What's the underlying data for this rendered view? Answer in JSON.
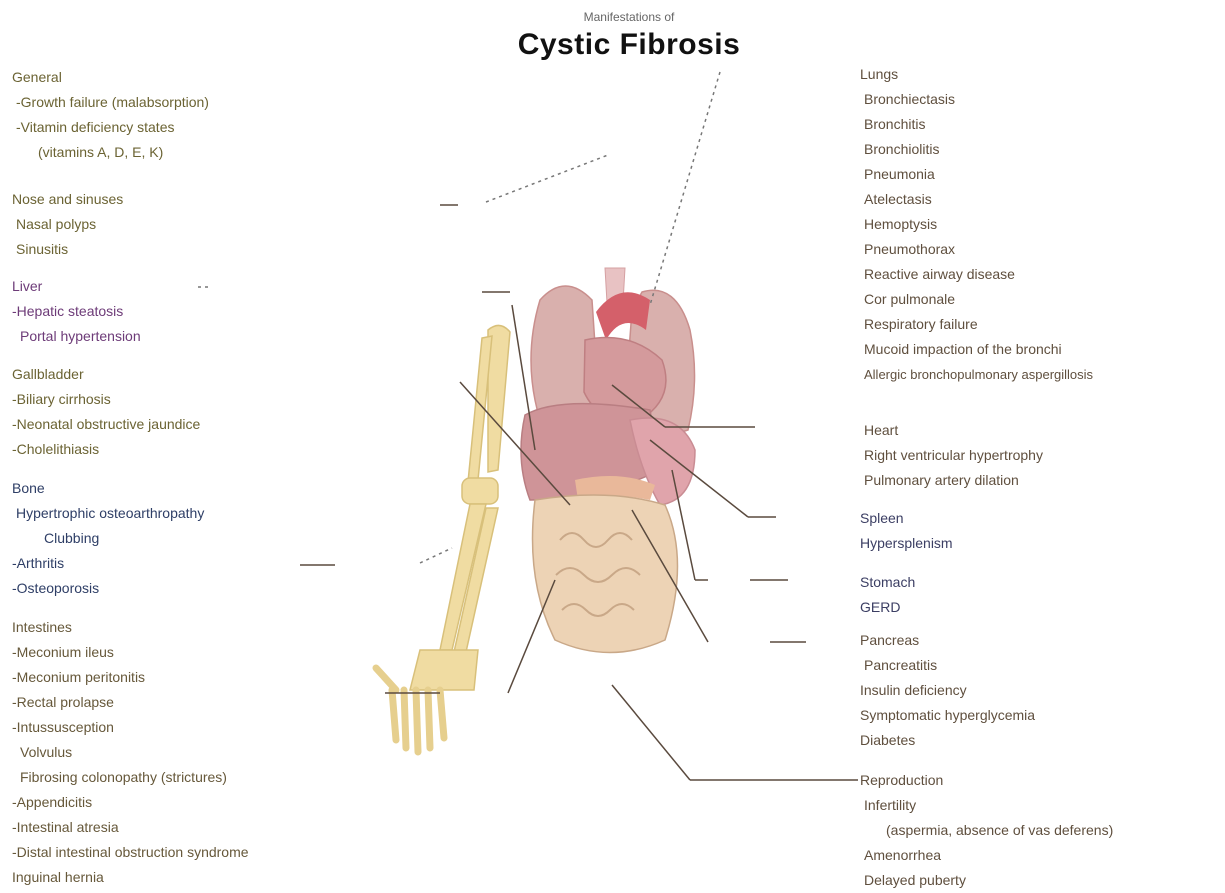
{
  "header": {
    "subtitle": "Manifestations of",
    "title": "Cystic Fibrosis"
  },
  "left_groups": [
    {
      "key": "general",
      "title": "General",
      "items": [
        "-Growth failure (malabsorption)",
        "-Vitamin deficiency states",
        "(vitamins A, D, E, K)"
      ]
    },
    {
      "key": "nose",
      "title": "Nose and sinuses",
      "items": [
        "Nasal polyps",
        "Sinusitis"
      ]
    },
    {
      "key": "liver",
      "title": "Liver",
      "items": [
        "-Hepatic steatosis",
        "Portal hypertension"
      ]
    },
    {
      "key": "gallbladder",
      "title": "Gallbladder",
      "items": [
        "-Biliary cirrhosis",
        "-Neonatal obstructive jaundice",
        "-Cholelithiasis"
      ]
    },
    {
      "key": "bone",
      "title": "Bone",
      "items": [
        "Hypertrophic osteoarthropathy",
        "Clubbing",
        "-Arthritis",
        "-Osteoporosis"
      ]
    },
    {
      "key": "intestines",
      "title": "Intestines",
      "items": [
        "-Meconium ileus",
        "-Meconium peritonitis",
        "-Rectal prolapse",
        "-Intussusception",
        "Volvulus",
        "Fibrosing colonopathy (strictures)",
        "-Appendicitis",
        "-Intestinal atresia",
        "-Distal intestinal obstruction syndrome",
        "Inguinal hernia"
      ]
    }
  ],
  "right_groups": [
    {
      "key": "lungs",
      "title": "Lungs",
      "items": [
        "Bronchiectasis",
        "Bronchitis",
        "Bronchiolitis",
        "Pneumonia",
        "Atelectasis",
        "Hemoptysis",
        "Pneumothorax",
        "Reactive airway disease",
        "Cor pulmonale",
        "Respiratory failure",
        "Mucoid impaction of the bronchi",
        "Allergic bronchopulmonary aspergillosis"
      ]
    },
    {
      "key": "heart",
      "title": "Heart",
      "items": [
        "Right ventricular hypertrophy",
        "Pulmonary artery dilation"
      ]
    },
    {
      "key": "spleen",
      "title": "Spleen",
      "items": [
        "Hypersplenism"
      ]
    },
    {
      "key": "stomach",
      "title": "Stomach",
      "items": [
        "GERD"
      ]
    },
    {
      "key": "pancreas",
      "title": "Pancreas",
      "items": [
        "Pancreatitis",
        "Insulin deficiency",
        "Symptomatic hyperglycemia",
        "Diabetes"
      ]
    },
    {
      "key": "reproduction",
      "title": "Reproduction",
      "items": [
        "Infertility",
        "(aspermia, absence of vas deferens)",
        "Amenorrhea",
        "Delayed puberty"
      ]
    }
  ],
  "colors": {
    "lung": "#d9b0ad",
    "lung_shade": "#c98f8d",
    "aorta": "#d4606a",
    "liver": "#cf9498",
    "intestine": "#edd3b5",
    "intestine_line": "#c9a888",
    "bone": "#f0dca2",
    "bone_line": "#d8c07a",
    "leader": "#5a4a3e",
    "dotted": "#777777"
  }
}
